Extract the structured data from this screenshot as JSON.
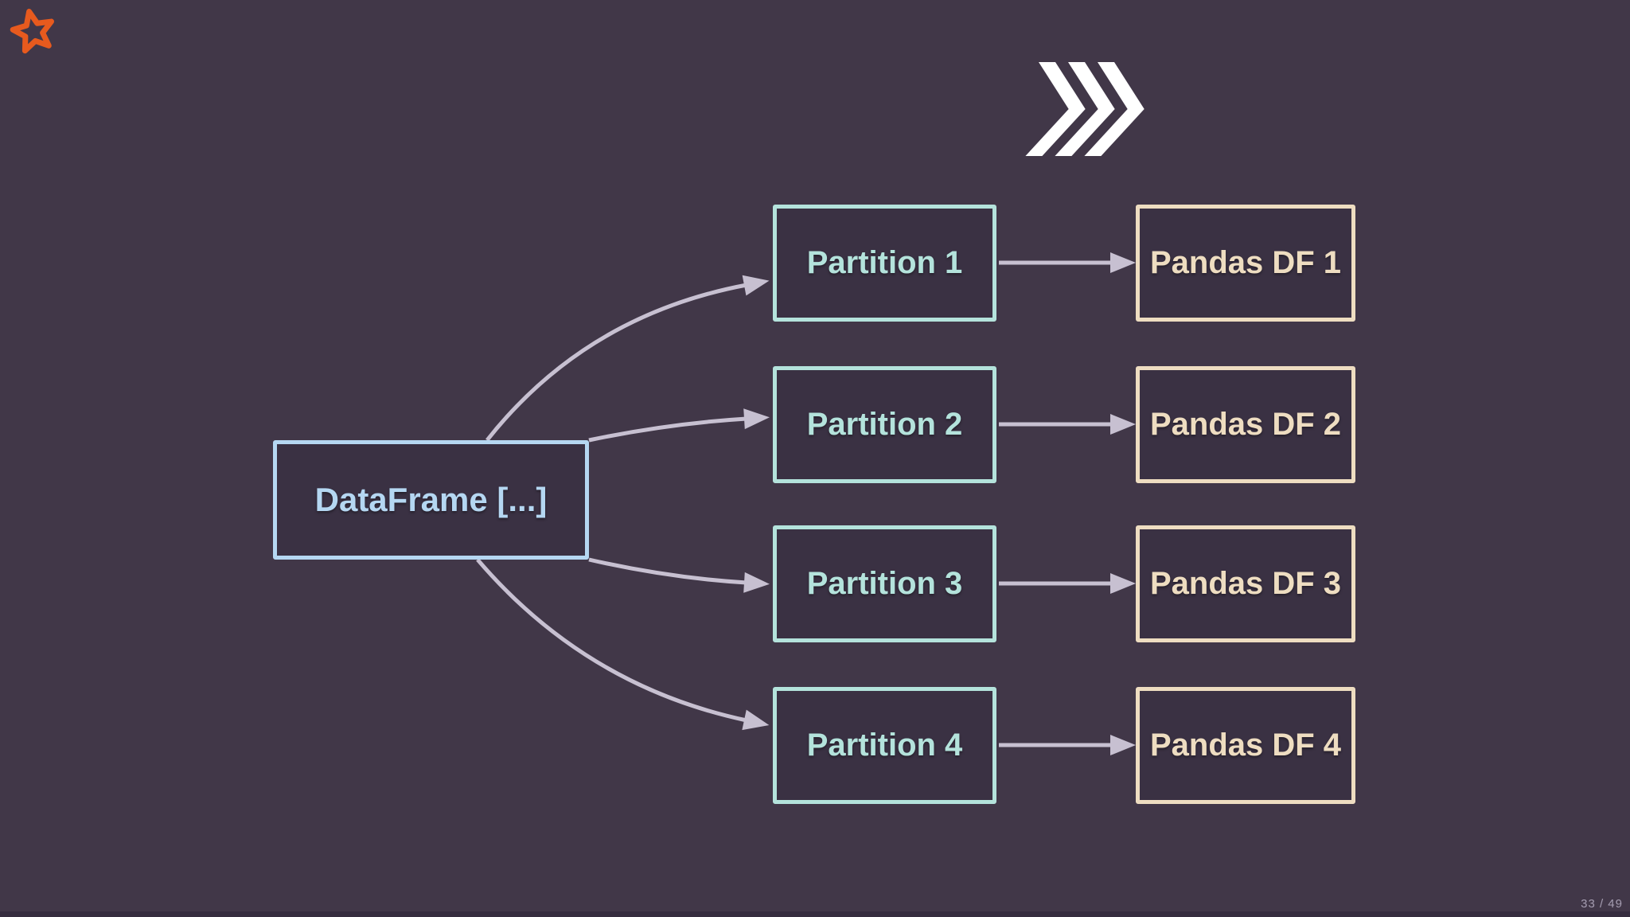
{
  "theme": {
    "bg": "#413748",
    "node-fill": "#3a3143",
    "blue": "#b5d7f2",
    "mint": "#b4e3dc",
    "cream": "#eeddc1",
    "arrow": "#c7c0d1",
    "orange": "#e75a1e",
    "white": "#ffffff",
    "page-num": "#a59db1"
  },
  "icons": {
    "top_left": "star-icon",
    "transform": "triple-chevron-right-icon"
  },
  "diagram": {
    "source": {
      "label": "DataFrame [...]"
    },
    "partitions": [
      {
        "label": "Partition 1"
      },
      {
        "label": "Partition 2"
      },
      {
        "label": "Partition 3"
      },
      {
        "label": "Partition 4"
      }
    ],
    "pandas_dfs": [
      {
        "label": "Pandas DF 1"
      },
      {
        "label": "Pandas DF 2"
      },
      {
        "label": "Pandas DF 3"
      },
      {
        "label": "Pandas DF 4"
      }
    ]
  },
  "footer": {
    "page_indicator": "33 / 49"
  }
}
